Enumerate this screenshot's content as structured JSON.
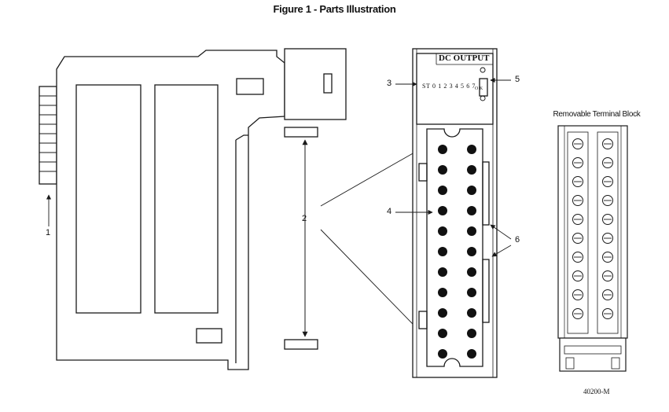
{
  "figure": {
    "title": "Figure 1 - Parts Illustration"
  },
  "module": {
    "header": "DC OUTPUT",
    "status_label": "ST 0 1 2 3 4 5 6 7",
    "indicator_label": "O K"
  },
  "terminal_block": {
    "title": "Removable Terminal Block"
  },
  "callouts": {
    "c1": "1",
    "c2": "2",
    "c3": "3",
    "c4": "4",
    "c5": "5",
    "c6": "6"
  },
  "figure_code": "40200-M",
  "colors": {
    "line": "#1a1a1a",
    "background": "#ffffff"
  }
}
